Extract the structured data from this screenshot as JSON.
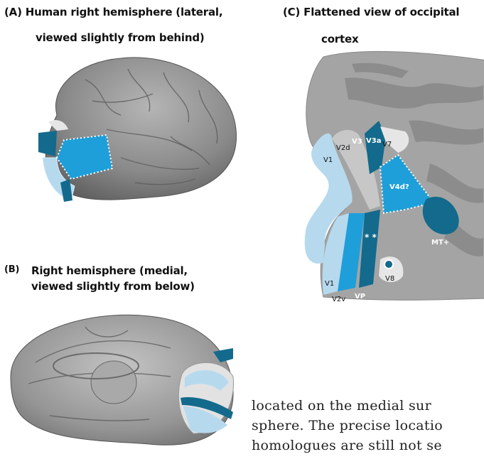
{
  "figure": {
    "panel_a": {
      "caption_line1": "(A) Human right hemisphere (lateral,",
      "caption_line2": "viewed slightly from behind)"
    },
    "panel_b": {
      "caption_letter": "(B)",
      "caption_line1": "Right hemisphere (medial,",
      "caption_line2": "viewed slightly from below)"
    },
    "panel_c": {
      "caption_line1": "(C) Flattened view of occipital",
      "caption_line2": "cortex",
      "labels": {
        "v1_upper": "V1",
        "v2d": "V2d",
        "v3": "V3",
        "v3a": "V3a",
        "v7": "V7",
        "v4d": "V4d?",
        "mt": "MT+",
        "stars": "* *",
        "v8": "V8",
        "v1_lower": "V1",
        "v2v": "V2v",
        "vp": "VP"
      }
    }
  },
  "body_text": {
    "line1": "located on the medial sur",
    "line2": "sphere. The precise locatio",
    "line3": "homologues are still not se"
  },
  "colors": {
    "brain_gray": "#8f8f8f",
    "flat_gray": "#a4a4a4",
    "light_blue": "#b6d9ee",
    "mid_blue": "#1e9fd9",
    "dark_blue": "#136a8c"
  }
}
